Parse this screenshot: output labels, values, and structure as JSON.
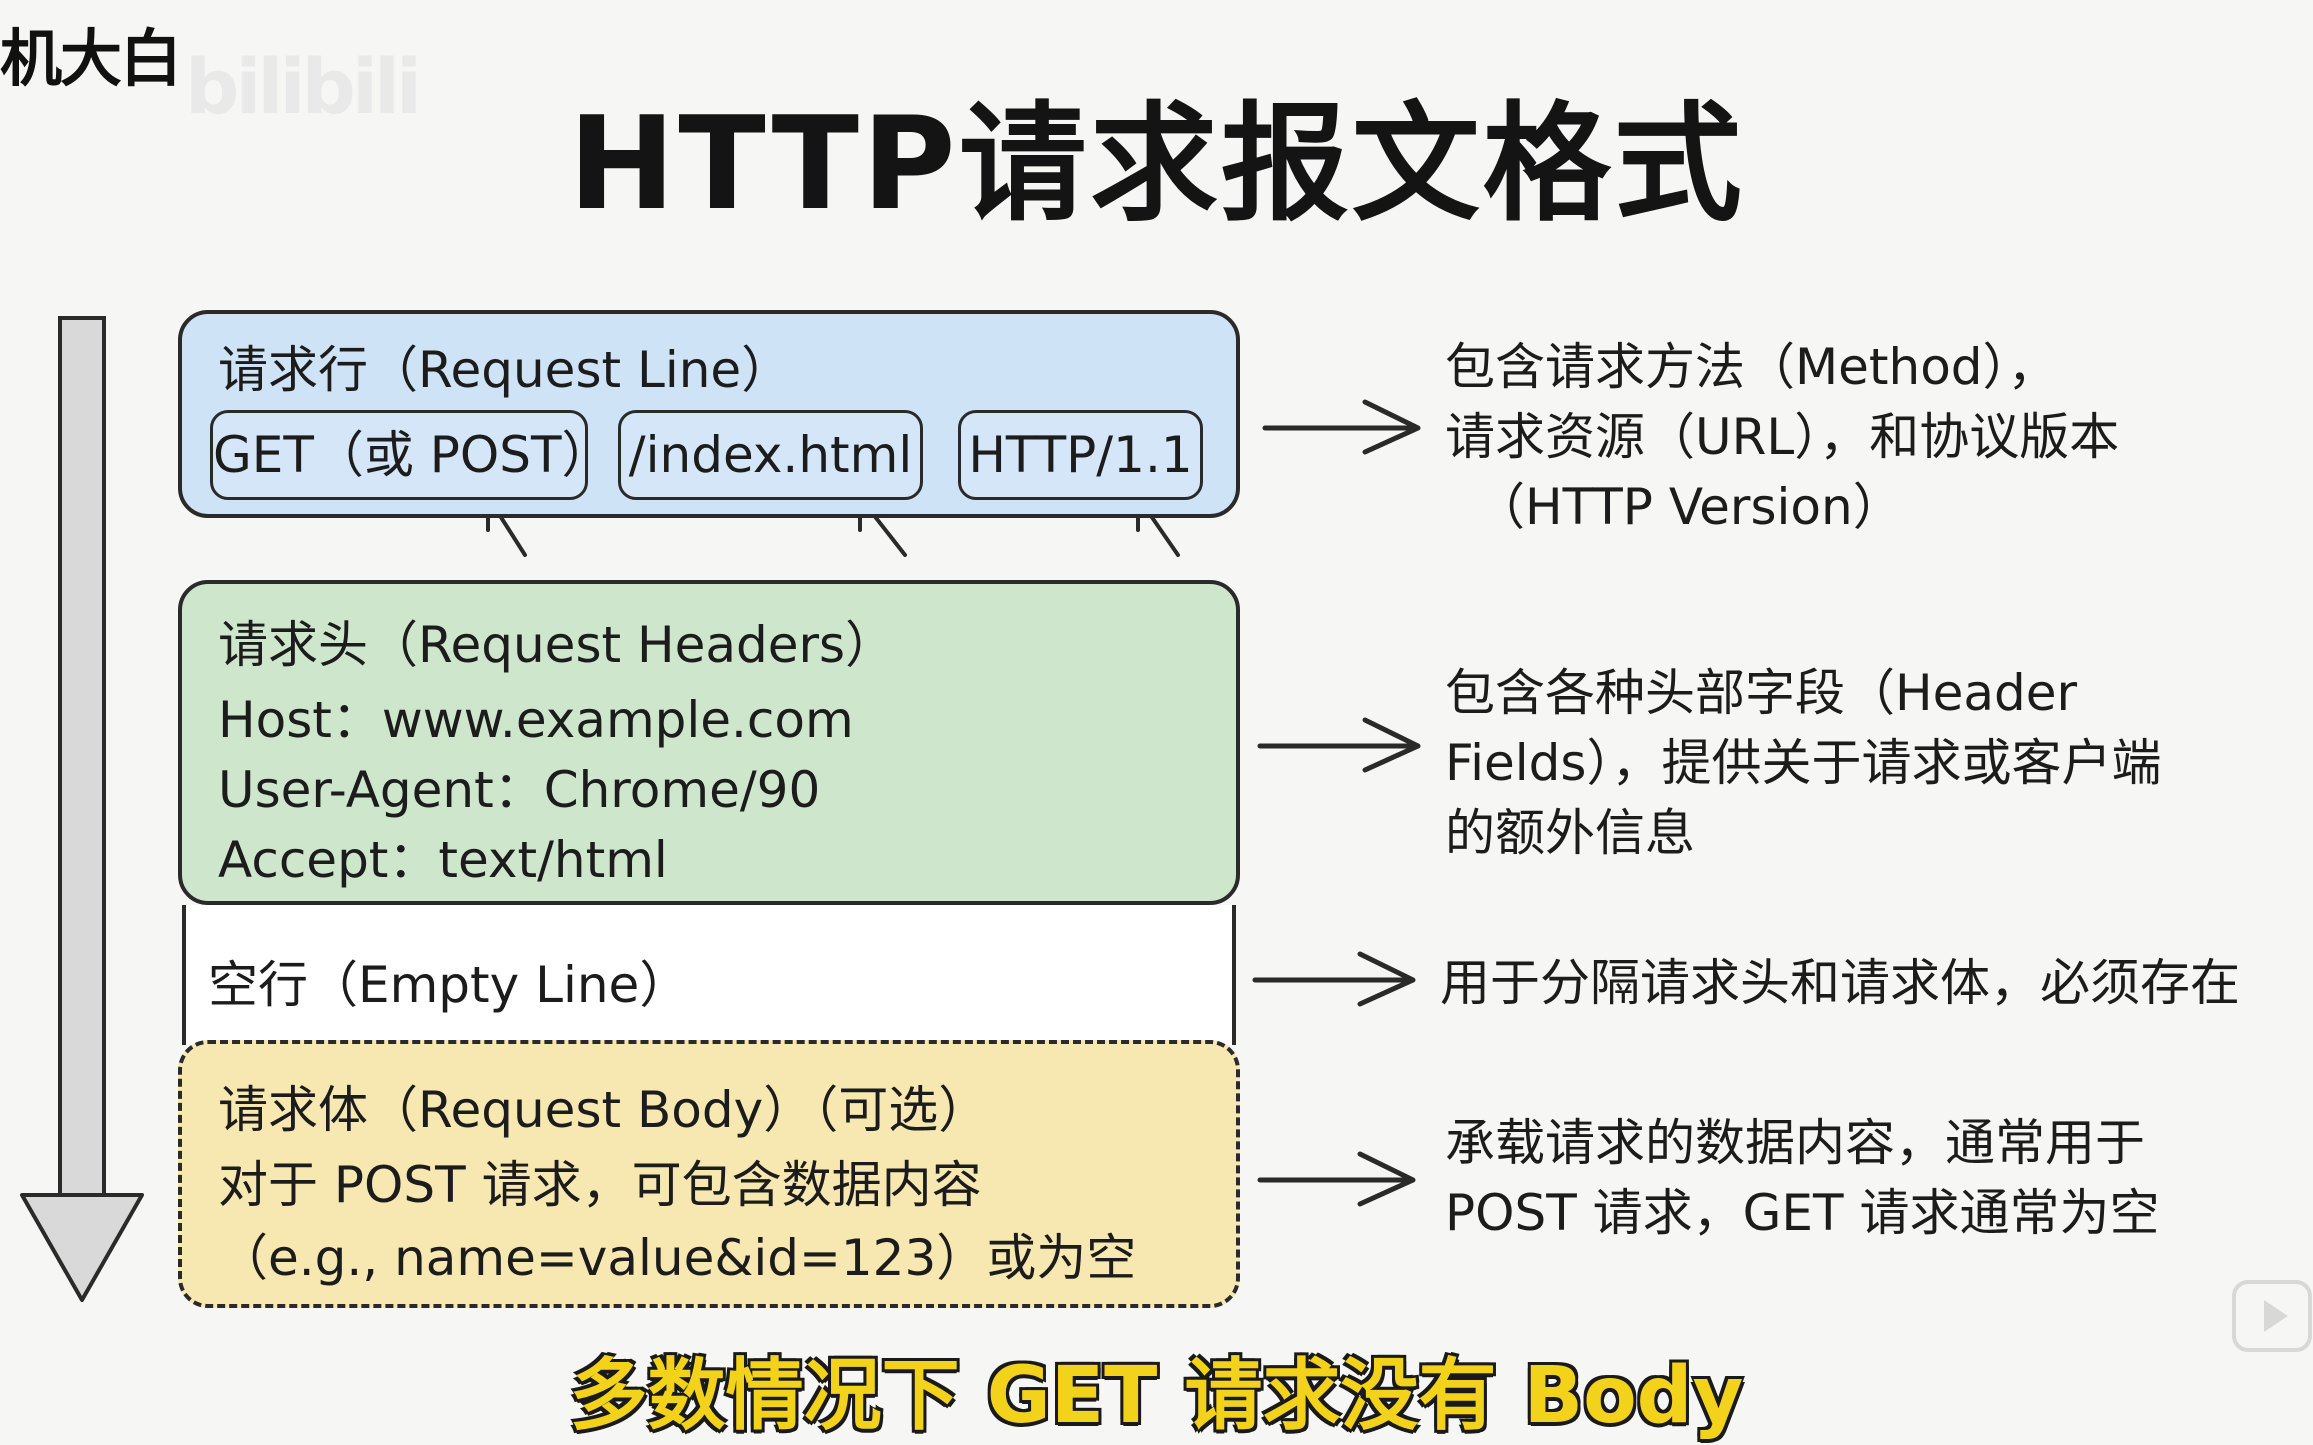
{
  "watermark": {
    "author": "机大白",
    "logo": "bilibili"
  },
  "title": "HTTP请求报文格式",
  "request_line": {
    "heading": "请求行（Request Line）",
    "method": "GET（或 POST）",
    "path": "/index.html",
    "version": "HTTP/1.1",
    "description": [
      "包含请求方法（Method），",
      "请求资源（URL），和协议版本",
      "（HTTP Version）"
    ]
  },
  "request_headers": {
    "heading": "请求头（Request Headers）",
    "host": "Host：www.example.com",
    "user_agent": "User-Agent：Chrome/90",
    "accept": "Accept：text/html",
    "description": [
      "包含各种头部字段（Header",
      "Fields），提供关于请求或客户端",
      "的额外信息"
    ]
  },
  "empty_line": {
    "heading": "空行（Empty Line）",
    "description": [
      "用于分隔请求头和请求体，必须存在"
    ]
  },
  "request_body": {
    "heading": "请求体（Request Body）（可选）",
    "line1": "对于 POST 请求，可包含数据内容",
    "line2": "（e.g., name=value&id=123）或为空",
    "description": [
      "承载请求的数据内容，通常用于",
      "POST 请求，GET 请求通常为空"
    ]
  },
  "subtitle": "多数情况下 GET 请求没有 Body",
  "colors": {
    "request_line": "#cfe3f6",
    "request_headers": "#cde6cc",
    "empty_line": "#ffffff",
    "request_body": "#f7e8b2",
    "subtitle": "#f3d21c"
  }
}
